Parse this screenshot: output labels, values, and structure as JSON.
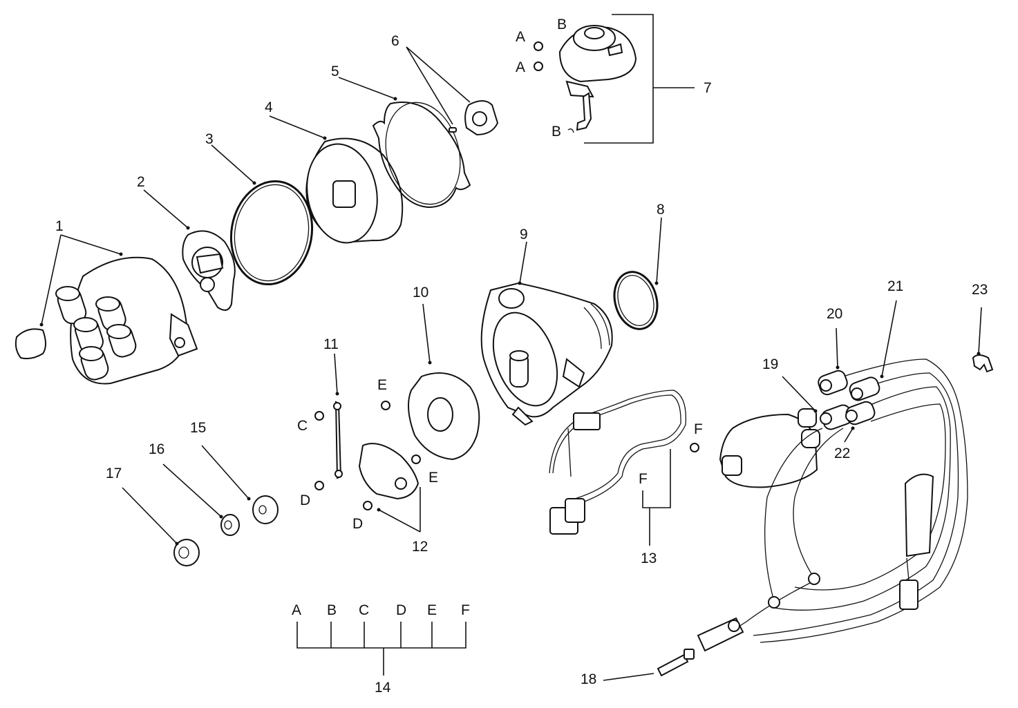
{
  "callouts": {
    "n1": "1",
    "n2": "2",
    "n3": "3",
    "n4": "4",
    "n5": "5",
    "n6": "6",
    "n7": "7",
    "n8": "8",
    "n9": "9",
    "n10": "10",
    "n11": "11",
    "n12": "12",
    "n13": "13",
    "n14": "14",
    "n15": "15",
    "n16": "16",
    "n17": "17",
    "n18": "18",
    "n19": "19",
    "n20": "20",
    "n21": "21",
    "n22": "22",
    "n23": "23"
  },
  "letters": {
    "a1": "A",
    "a2": "A",
    "b1": "B",
    "b2": "B",
    "c1": "C",
    "d1": "D",
    "d2": "D",
    "e1": "E",
    "e2": "E",
    "f1": "F",
    "f2": "F"
  },
  "legend14": [
    "A",
    "B",
    "C",
    "D",
    "E",
    "F"
  ]
}
